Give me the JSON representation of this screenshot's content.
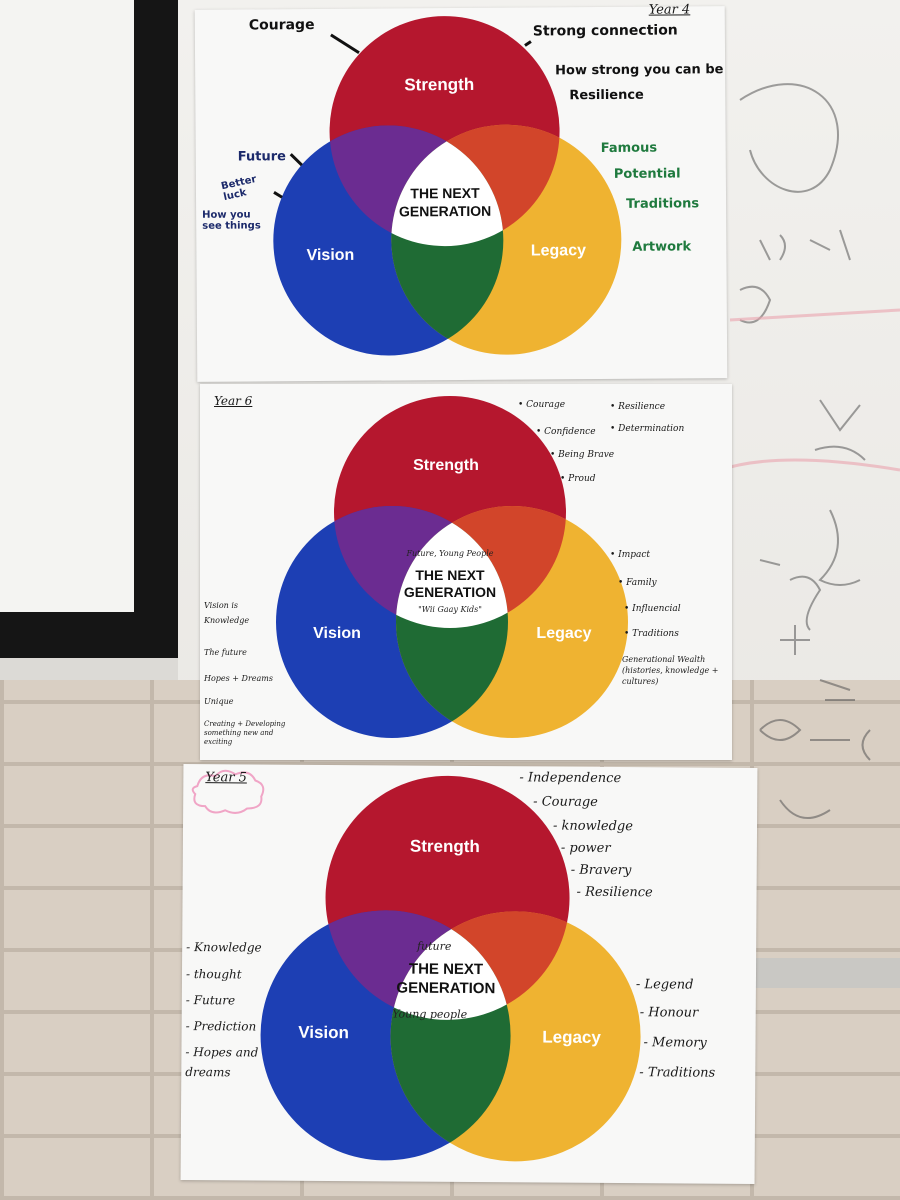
{
  "colors": {
    "strength": "#b5172e",
    "vision": "#1d3fb4",
    "legacy": "#efb331",
    "overlap_sv": "#6b2c91",
    "overlap_sl": "#d2452a",
    "overlap_vl": "#1f6b34"
  },
  "diagram": {
    "circle_strength": "Strength",
    "circle_vision": "Vision",
    "circle_legacy": "Legacy",
    "center_line1": "THE NEXT",
    "center_line2": "GENERATION"
  },
  "year4": {
    "label": "Year 4",
    "strength_notes": [
      "Courage",
      "Strong connection",
      "How strong you can be",
      "Resilience"
    ],
    "vision_notes": [
      "Future",
      "Better luck",
      "How you see things"
    ],
    "legacy_notes": [
      "Famous",
      "Potential",
      "Traditions",
      "Artwork"
    ]
  },
  "year6": {
    "label": "Year 6",
    "center_top": "Future, Young People",
    "center_bottom": "\"Wii Gaay Kids\"",
    "strength_notes_left": [
      "Courage",
      "Confidence",
      "Being Brave",
      "Proud"
    ],
    "strength_notes_right": [
      "Resilience",
      "Determination"
    ],
    "vision_notes": [
      "Vision is Knowledge",
      "The future",
      "Hopes + Dreams",
      "Unique",
      "Creating + Developing something new and exciting"
    ],
    "legacy_notes": [
      "Impact",
      "Family",
      "Influencial",
      "Traditions",
      "Generational Wealth (histories, knowledge + cultures)"
    ]
  },
  "year5": {
    "label": "Year 5",
    "center_top": "future",
    "center_bottom": "Young people",
    "strength_notes": [
      "Independence",
      "Courage",
      "knowledge",
      "power",
      "Bravery",
      "Resilience"
    ],
    "vision_notes": [
      "Knowledge",
      "thought",
      "Future",
      "Prediction",
      "Hopes and dreams"
    ],
    "legacy_notes": [
      "Legend",
      "Honour",
      "Memory",
      "Traditions"
    ]
  }
}
